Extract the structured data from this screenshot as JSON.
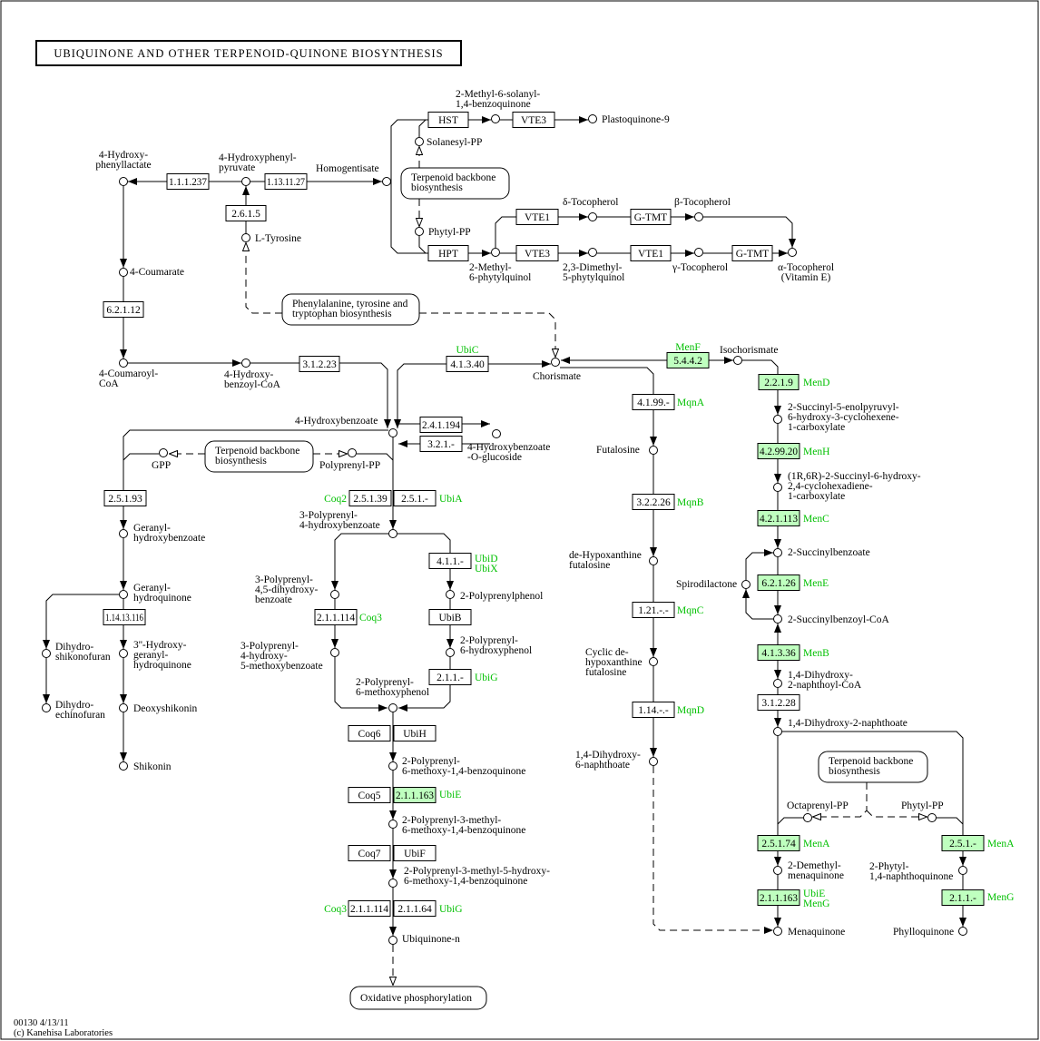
{
  "title": "UBIQUINONE AND OTHER TERPENOID-QUINONE BIOSYNTHESIS",
  "footer": [
    "00130 4/13/11",
    "(c) Kanehisa Laboratories"
  ],
  "colors": {
    "highlight_fill": "#bfffbf",
    "gene_text": "#00c000",
    "line": "#000000"
  },
  "enzymes": [
    {
      "id": "e1",
      "ec": "1.1.1.237",
      "highlighted": false
    },
    {
      "id": "e2",
      "ec": "1.13.11.27",
      "highlighted": false
    },
    {
      "id": "e3",
      "ec": "2.6.1.5",
      "highlighted": false
    },
    {
      "id": "e4",
      "ec": "6.2.1.12",
      "highlighted": false
    },
    {
      "id": "e5",
      "ec": "3.1.2.23",
      "highlighted": false
    },
    {
      "id": "e6",
      "ec": "HST",
      "highlighted": false
    },
    {
      "id": "e7",
      "ec": "VTE3",
      "highlighted": false
    },
    {
      "id": "e8",
      "ec": "VTE1",
      "highlighted": false
    },
    {
      "id": "e9",
      "ec": "G-TMT",
      "highlighted": false
    },
    {
      "id": "e10",
      "ec": "HPT",
      "highlighted": false
    },
    {
      "id": "e11",
      "ec": "VTE3",
      "highlighted": false
    },
    {
      "id": "e12",
      "ec": "VTE1",
      "highlighted": false
    },
    {
      "id": "e13",
      "ec": "G-TMT",
      "highlighted": false
    },
    {
      "id": "e14",
      "ec": "4.1.3.40",
      "highlighted": false
    },
    {
      "id": "e15",
      "ec": "5.4.4.2",
      "highlighted": true
    },
    {
      "id": "e16",
      "ec": "2.2.1.9",
      "highlighted": true
    },
    {
      "id": "e17",
      "ec": "4.1.99.-",
      "highlighted": false
    },
    {
      "id": "e18",
      "ec": "3.2.2.26",
      "highlighted": false
    },
    {
      "id": "e19",
      "ec": "1.21.-.-",
      "highlighted": false
    },
    {
      "id": "e20",
      "ec": "1.14.-.-",
      "highlighted": false
    },
    {
      "id": "e21",
      "ec": "4.2.99.20",
      "highlighted": true
    },
    {
      "id": "e22",
      "ec": "4.2.1.113",
      "highlighted": true
    },
    {
      "id": "e23",
      "ec": "6.2.1.26",
      "highlighted": true
    },
    {
      "id": "e24",
      "ec": "4.1.3.36",
      "highlighted": true
    },
    {
      "id": "e25",
      "ec": "3.1.2.28",
      "highlighted": false
    },
    {
      "id": "e26",
      "ec": "2.5.1.74",
      "highlighted": true
    },
    {
      "id": "e27",
      "ec": "2.1.1.163",
      "highlighted": true
    },
    {
      "id": "e28",
      "ec": "2.5.1.-",
      "highlighted": true
    },
    {
      "id": "e29",
      "ec": "2.1.1.-",
      "highlighted": true
    },
    {
      "id": "e30",
      "ec": "2.4.1.194",
      "highlighted": false
    },
    {
      "id": "e31",
      "ec": "3.2.1.-",
      "highlighted": false
    },
    {
      "id": "e32",
      "ec": "2.5.1.93",
      "highlighted": false
    },
    {
      "id": "e33",
      "ec": "2.5.1.39",
      "highlighted": false
    },
    {
      "id": "e34",
      "ec": "2.5.1.-",
      "highlighted": false
    },
    {
      "id": "e35",
      "ec": "4.1.1.-",
      "highlighted": false
    },
    {
      "id": "e36",
      "ec": "2.1.1.114",
      "highlighted": false
    },
    {
      "id": "e37",
      "ec": "UbiB",
      "highlighted": false
    },
    {
      "id": "e38",
      "ec": "2.1.1.-",
      "highlighted": false
    },
    {
      "id": "e39",
      "ec": "1.14.13.116",
      "highlighted": false
    },
    {
      "id": "e40",
      "ec": "Coq6",
      "highlighted": false
    },
    {
      "id": "e41",
      "ec": "UbiH",
      "highlighted": false
    },
    {
      "id": "e42",
      "ec": "Coq5",
      "highlighted": false
    },
    {
      "id": "e43",
      "ec": "2.1.1.163",
      "highlighted": true
    },
    {
      "id": "e44",
      "ec": "Coq7",
      "highlighted": false
    },
    {
      "id": "e45",
      "ec": "UbiF",
      "highlighted": false
    },
    {
      "id": "e46",
      "ec": "2.1.1.114",
      "highlighted": false
    },
    {
      "id": "e47",
      "ec": "2.1.1.64",
      "highlighted": false
    }
  ],
  "genes": [
    {
      "id": "g1",
      "text": "UbiC"
    },
    {
      "id": "g2",
      "text": "MenF"
    },
    {
      "id": "g3",
      "text": "MenD"
    },
    {
      "id": "g4",
      "text": "MqnA"
    },
    {
      "id": "g5",
      "text": "MqnB"
    },
    {
      "id": "g6",
      "text": "MqnC"
    },
    {
      "id": "g7",
      "text": "MqnD"
    },
    {
      "id": "g8",
      "text": "MenH"
    },
    {
      "id": "g9",
      "text": "MenC"
    },
    {
      "id": "g10",
      "text": "MenE"
    },
    {
      "id": "g11",
      "text": "MenB"
    },
    {
      "id": "g12",
      "text": "MenA"
    },
    {
      "id": "g13",
      "text": "UbiE"
    },
    {
      "id": "g14",
      "text": "MenG"
    },
    {
      "id": "g15",
      "text": "MenA"
    },
    {
      "id": "g16",
      "text": "MenG"
    },
    {
      "id": "g17",
      "text": "Coq2"
    },
    {
      "id": "g18",
      "text": "UbiA"
    },
    {
      "id": "g19",
      "text": "UbiD"
    },
    {
      "id": "g20",
      "text": "UbiX"
    },
    {
      "id": "g21",
      "text": "Coq3"
    },
    {
      "id": "g22",
      "text": "UbiG"
    },
    {
      "id": "g23",
      "text": "UbiE"
    },
    {
      "id": "g24",
      "text": "Coq3"
    },
    {
      "id": "g25",
      "text": "UbiG"
    }
  ],
  "compounds": [
    {
      "id": "c1",
      "lines": [
        "4-Hydroxy-",
        "phenyllactate"
      ]
    },
    {
      "id": "c2",
      "lines": [
        "4-Hydroxyphenyl-",
        "pyruvate"
      ]
    },
    {
      "id": "c3",
      "lines": [
        "Homogentisate"
      ]
    },
    {
      "id": "c4",
      "lines": [
        "L-Tyrosine"
      ]
    },
    {
      "id": "c5",
      "lines": [
        "4-Coumarate"
      ]
    },
    {
      "id": "c6",
      "lines": [
        "4-Coumaroyl-",
        "CoA"
      ]
    },
    {
      "id": "c7",
      "lines": [
        "4-Hydroxy-",
        "benzoyl-CoA"
      ]
    },
    {
      "id": "c8",
      "lines": [
        "2-Methyl-6-solanyl-",
        "1,4-benzoquinone"
      ]
    },
    {
      "id": "c9",
      "lines": [
        "Plastoquinone-9"
      ]
    },
    {
      "id": "c10",
      "lines": [
        "Solanesyl-PP"
      ]
    },
    {
      "id": "c11",
      "lines": [
        "Phytyl-PP"
      ]
    },
    {
      "id": "c12",
      "lines": [
        "2-Methyl-",
        "6-phytylquinol"
      ]
    },
    {
      "id": "c13",
      "lines": [
        "δ-Tocopherol"
      ]
    },
    {
      "id": "c14",
      "lines": [
        "β-Tocopherol"
      ]
    },
    {
      "id": "c15",
      "lines": [
        "2,3-Dimethyl-",
        "5-phytylquinol"
      ]
    },
    {
      "id": "c16",
      "lines": [
        "γ-Tocopherol"
      ]
    },
    {
      "id": "c17",
      "lines": [
        "α-Tocopherol",
        "(Vitamin E)"
      ]
    },
    {
      "id": "c18",
      "lines": [
        "Chorismate"
      ]
    },
    {
      "id": "c19",
      "lines": [
        "Isochorismate"
      ]
    },
    {
      "id": "c20",
      "lines": [
        "4-Hydroxybenzoate"
      ]
    },
    {
      "id": "c21",
      "lines": [
        "4-Hydroxybenzoate",
        "-O-glucoside"
      ]
    },
    {
      "id": "c22",
      "lines": [
        "GPP"
      ]
    },
    {
      "id": "c23",
      "lines": [
        "Polyprenyl-PP"
      ]
    },
    {
      "id": "c24",
      "lines": [
        "3-Polyprenyl-",
        "4-hydroxybenzoate"
      ]
    },
    {
      "id": "c25",
      "lines": [
        "Geranyl-",
        "hydroxybenzoate"
      ]
    },
    {
      "id": "c26",
      "lines": [
        "Geranyl-",
        "hydroquinone"
      ]
    },
    {
      "id": "c27",
      "lines": [
        "3-Polyprenyl-",
        "4,5-dihydroxy-",
        "benzoate"
      ]
    },
    {
      "id": "c28",
      "lines": [
        "2-Polyprenylphenol"
      ]
    },
    {
      "id": "c29",
      "lines": [
        "2-Polyprenyl-",
        "6-hydroxyphenol"
      ]
    },
    {
      "id": "c30",
      "lines": [
        "3-Polyprenyl-",
        "4-hydroxy-",
        "5-methoxybenzoate"
      ]
    },
    {
      "id": "c31",
      "lines": [
        "2-Polyprenyl-",
        "6-methoxyphenol"
      ]
    },
    {
      "id": "c32",
      "lines": [
        "Dihydro-",
        "shikonofuran"
      ]
    },
    {
      "id": "c33",
      "lines": [
        "3''-Hydroxy-",
        "geranyl-",
        "hydroquinone"
      ]
    },
    {
      "id": "c34",
      "lines": [
        "Dihydro-",
        "echinofuran"
      ]
    },
    {
      "id": "c35",
      "lines": [
        "Deoxyshikonin"
      ]
    },
    {
      "id": "c36",
      "lines": [
        "Shikonin"
      ]
    },
    {
      "id": "c37",
      "lines": [
        "2-Polyprenyl-",
        "6-methoxy-1,4-benzoquinone"
      ]
    },
    {
      "id": "c38",
      "lines": [
        "2-Polyprenyl-3-methyl-",
        "6-methoxy-1,4-benzoquinone"
      ]
    },
    {
      "id": "c39",
      "lines": [
        "2-Polyprenyl-3-methyl-5-hydroxy-",
        "6-methoxy-1,4-benzoquinone"
      ]
    },
    {
      "id": "c40",
      "lines": [
        "Ubiquinone-n"
      ]
    },
    {
      "id": "c41",
      "lines": [
        "Futalosine"
      ]
    },
    {
      "id": "c42",
      "lines": [
        "de-Hypoxanthine",
        "futalosine"
      ]
    },
    {
      "id": "c43",
      "lines": [
        "Cyclic de-",
        "hypoxanthine",
        "futalosine"
      ]
    },
    {
      "id": "c44",
      "lines": [
        "1,4-Dihydroxy-",
        "6-naphthoate"
      ]
    },
    {
      "id": "c45",
      "lines": [
        "2-Succinyl-5-enolpyruvyl-",
        "6-hydroxy-3-cyclohexene-",
        "1-carboxylate"
      ]
    },
    {
      "id": "c46",
      "lines": [
        "(1R,6R)-2-Succinyl-6-hydroxy-",
        "2,4-cyclohexadiene-",
        "1-carboxylate"
      ]
    },
    {
      "id": "c47",
      "lines": [
        "2-Succinylbenzoate"
      ]
    },
    {
      "id": "c48",
      "lines": [
        "Spirodilactone"
      ]
    },
    {
      "id": "c49",
      "lines": [
        "2-Succinylbenzoyl-CoA"
      ]
    },
    {
      "id": "c50",
      "lines": [
        "1,4-Dihydroxy-",
        "2-naphthoyl-CoA"
      ]
    },
    {
      "id": "c51",
      "lines": [
        "1,4-Dihydroxy-2-naphthoate"
      ]
    },
    {
      "id": "c52",
      "lines": [
        "Octaprenyl-PP"
      ]
    },
    {
      "id": "c53",
      "lines": [
        "Phytyl-PP"
      ]
    },
    {
      "id": "c54",
      "lines": [
        "2-Demethyl-",
        "menaquinone"
      ]
    },
    {
      "id": "c55",
      "lines": [
        "2-Phytyl-",
        "1,4-naphthoquinone"
      ]
    },
    {
      "id": "c56",
      "lines": [
        "Menaquinone"
      ]
    },
    {
      "id": "c57",
      "lines": [
        "Phylloquinone"
      ]
    }
  ],
  "maps": [
    {
      "id": "m1",
      "lines": [
        "Terpenoid backbone",
        "biosynthesis"
      ]
    },
    {
      "id": "m2",
      "lines": [
        "Phenylalanine, tyrosine and",
        "tryptophan biosynthesis"
      ]
    },
    {
      "id": "m3",
      "lines": [
        "Terpenoid backbone",
        "biosynthesis"
      ]
    },
    {
      "id": "m4",
      "lines": [
        "Oxidative phosphorylation"
      ]
    },
    {
      "id": "m5",
      "lines": [
        "Terpenoid backbone",
        "biosynthesis"
      ]
    }
  ]
}
